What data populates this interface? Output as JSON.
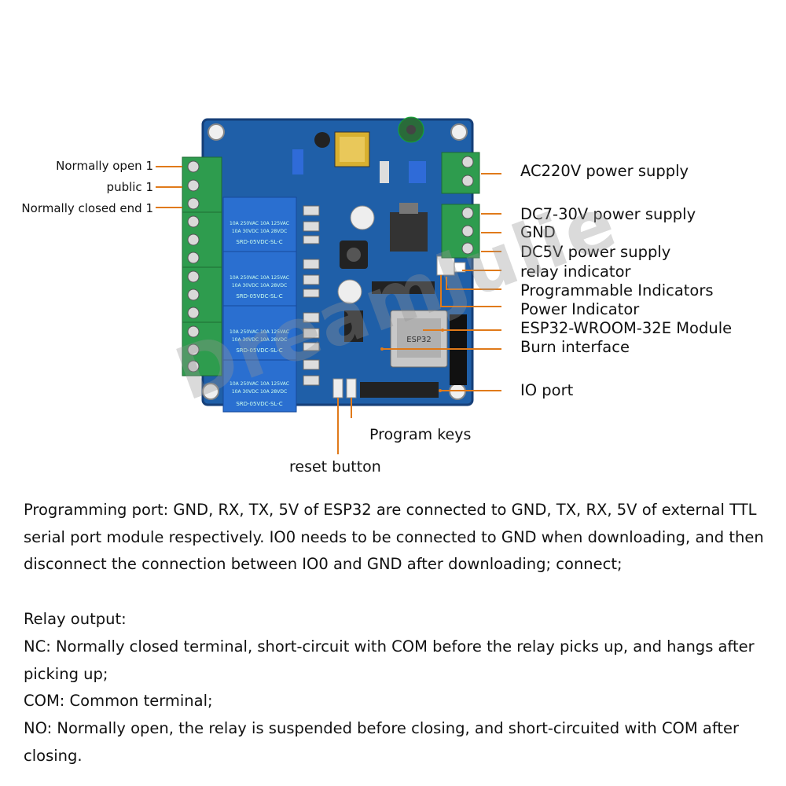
{
  "left_labels": {
    "normally_open": "Normally open 1",
    "public": "public 1",
    "normally_closed": "Normally closed end 1"
  },
  "right_labels": {
    "ac220": "AC220V power supply",
    "dc730": "DC7-30V power supply",
    "gnd": "GND",
    "dc5v": "DC5V power supply",
    "relay_indicator": "relay indicator",
    "programmable_indicators": "Programmable Indicators",
    "power_indicator": "Power Indicator",
    "esp32_module": "ESP32-WROOM-32E Module",
    "burn_interface": "Burn interface",
    "io_port": "IO port"
  },
  "bottom_labels": {
    "program_keys": "Program keys",
    "reset_button": "reset button"
  },
  "board": {
    "relay_text_1": "10A 250VAC  10A 125VAC",
    "relay_text_2": "10A 30VDC  10A 28VDC",
    "relay_model": "SRD-05VDC-SL-C",
    "esp_marking": "ESP32"
  },
  "watermark": "DreamJulie",
  "description": {
    "programming_port": "Programming port: GND, RX, TX, 5V of ESP32 are connected to GND, TX, RX, 5V of external TTL serial port module respectively. IO0 needs to be connected to GND when downloading, and then disconnect the connection between IO0 and GND after downloading; connect;",
    "relay_output_title": "Relay output:",
    "nc": "NC: Normally closed terminal, short-circuit with COM before the relay picks up, and hangs after picking up;",
    "com": "COM: Common terminal;",
    "no": "NO: Normally open, the relay is suspended before closing, and short-circuited with COM after closing."
  },
  "colors": {
    "pcb": "#1f5fa8",
    "pcb_dark": "#163f78",
    "terminal": "#2e9c4e",
    "relay": "#2a6fd0",
    "leader": "#e07a1a"
  }
}
